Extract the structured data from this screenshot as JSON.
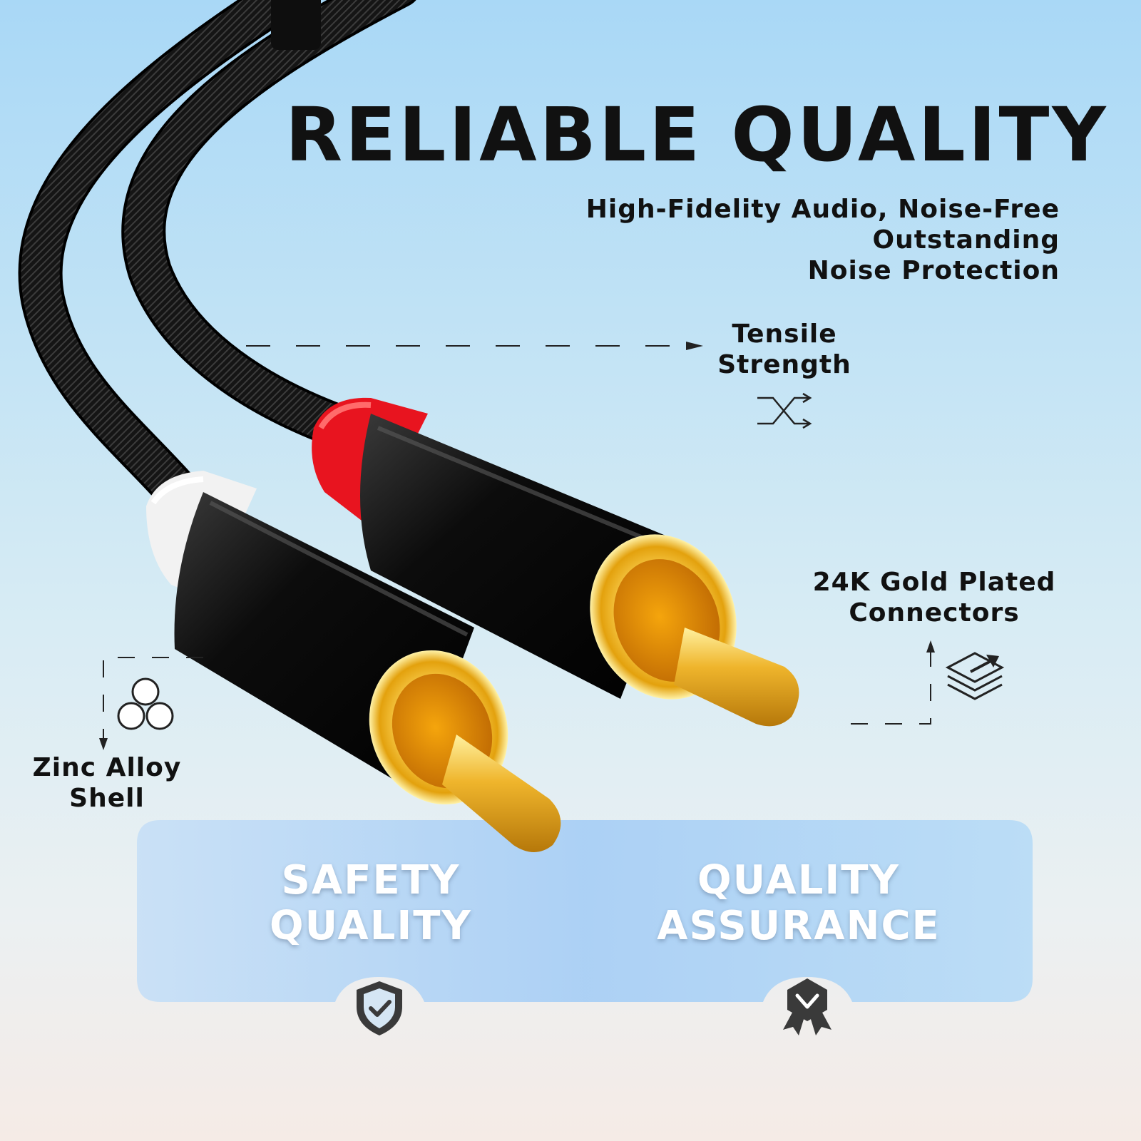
{
  "headline": "RELIABLE QUALITY",
  "subtitle": {
    "line1": "High-Fidelity Audio, Noise-Free Outstanding",
    "line2": "Noise Protection"
  },
  "callouts": {
    "tensile": {
      "line1": "Tensile",
      "line2": "Strength",
      "icon": "crossing-arrows-icon"
    },
    "gold": {
      "line1": "24K Gold Plated",
      "line2": "Connectors",
      "icon": "layers-icon"
    },
    "zinc": {
      "line1": "Zinc Alloy",
      "line2": "Shell",
      "icon": "three-circles-icon"
    }
  },
  "features": [
    {
      "line1": "SAFETY",
      "line2": "QUALITY",
      "icon": "shield-check-icon"
    },
    {
      "line1": "QUALITY",
      "line2": "ASSURANCE",
      "icon": "award-badge-icon"
    }
  ],
  "colors": {
    "text": "#111111",
    "feature_text": "#ffffff",
    "panel": "#b3d6f4",
    "red_collar": "#e8141f",
    "white_collar": "#f2f2f2",
    "gold": "#e8b020",
    "cable": "#1a1a1a"
  }
}
